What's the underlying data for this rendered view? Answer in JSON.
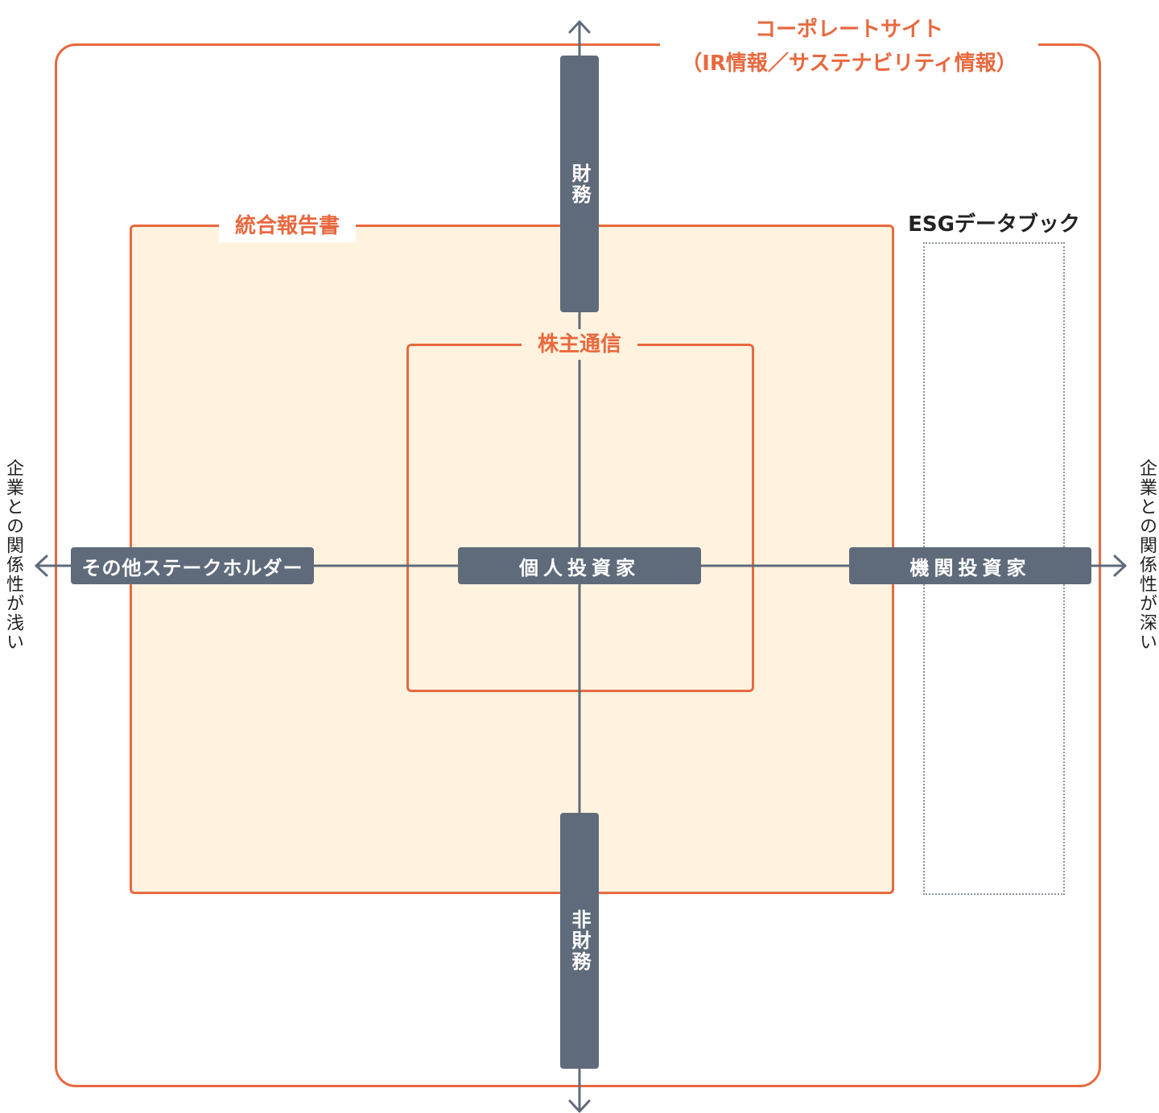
{
  "colors": {
    "accent": "#e8693f",
    "axis": "#5f6b7a",
    "fill": "#fff3df",
    "dotted": "#8a929b"
  },
  "labels": {
    "corporate_site_line1": "コーポレートサイト",
    "corporate_site_line2": "（IR情報／サステナビリティ情報）",
    "integrated_report": "統合報告書",
    "shareholder_newsletter": "株主通信",
    "esg_databook": "ESGデータブック"
  },
  "axis": {
    "top": "財務",
    "bottom": "非財務",
    "left_pill": "その他ステークホルダー",
    "center_pill": "個人投資家",
    "right_pill": "機関投資家",
    "left_side": "企業との関係性が浅い",
    "right_side": "企業との関係性が深い"
  }
}
